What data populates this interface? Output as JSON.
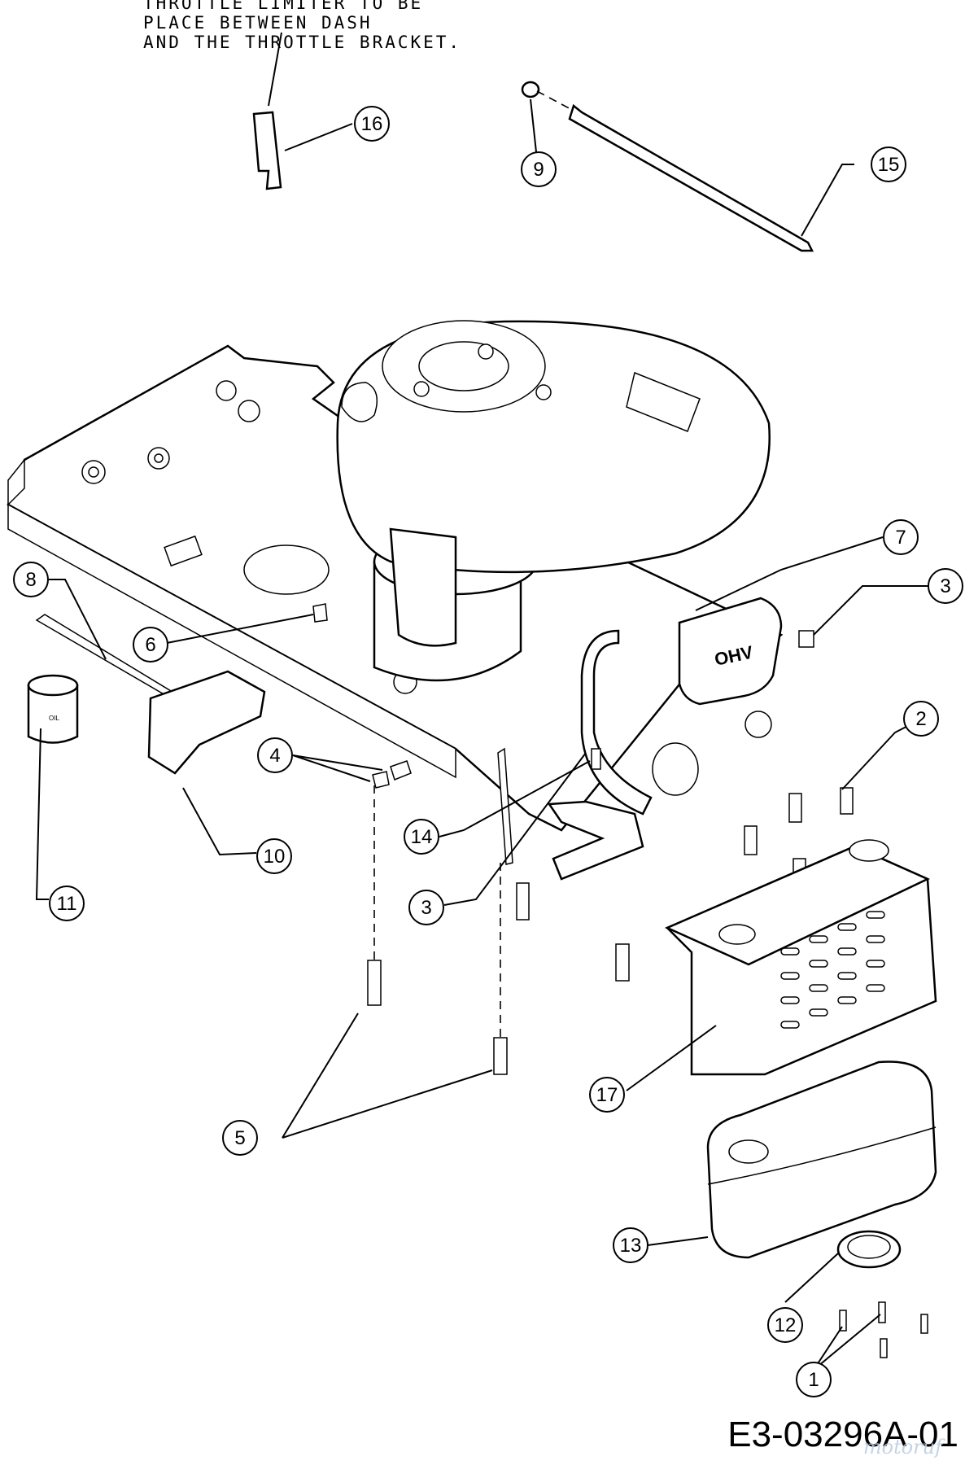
{
  "note": {
    "lines": [
      "THROTTLE LIMITER TO BE",
      "PLACE BETWEEN DASH",
      "AND THE THROTTLE BRACKET."
    ]
  },
  "drawing_code": "E3-03296A-01",
  "watermark": "motoruf",
  "callouts": [
    {
      "id": "c16",
      "label": "16"
    },
    {
      "id": "c9",
      "label": "9"
    },
    {
      "id": "c15",
      "label": "15"
    },
    {
      "id": "c7",
      "label": "7"
    },
    {
      "id": "c3a",
      "label": "3"
    },
    {
      "id": "c8",
      "label": "8"
    },
    {
      "id": "c6",
      "label": "6"
    },
    {
      "id": "c2",
      "label": "2"
    },
    {
      "id": "c4",
      "label": "4"
    },
    {
      "id": "c10",
      "label": "10"
    },
    {
      "id": "c14",
      "label": "14"
    },
    {
      "id": "c11",
      "label": "11"
    },
    {
      "id": "c3b",
      "label": "3"
    },
    {
      "id": "c17",
      "label": "17"
    },
    {
      "id": "c5",
      "label": "5"
    },
    {
      "id": "c13",
      "label": "13"
    },
    {
      "id": "c12",
      "label": "12"
    },
    {
      "id": "c1",
      "label": "1"
    }
  ],
  "engine_logo": "OHV",
  "oil_label": "OIL"
}
